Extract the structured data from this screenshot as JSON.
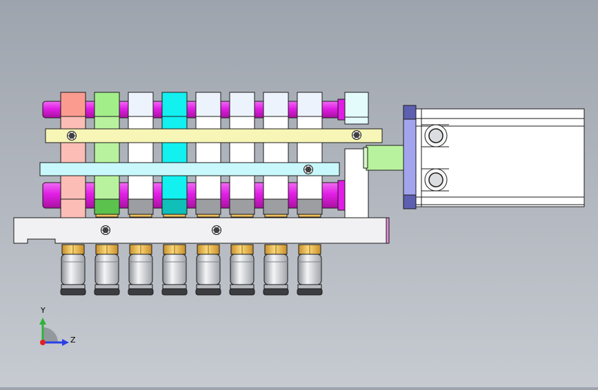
{
  "view": {
    "background_top": "#9ea4ad",
    "background_bottom": "#c6cad1"
  },
  "colors": {
    "rod": "#e11ee6",
    "rod_light": "#f06bf2",
    "top_plate": "#f7f6b6",
    "mid_plate": "#c8f8fb",
    "base_plate": "#f1f1f3",
    "outline": "#1a1a1a",
    "cylinder_body": "#ffffff",
    "cylinder_cap": "#a3a4ee",
    "cylinder_cap_dark": "#5d5fb0",
    "connector": "#b9f29e",
    "fitting_brass": "#f1c25c",
    "fitting_chrome": "#d3d6da",
    "block_gray": "#9d9ea2"
  },
  "valve_blocks": [
    {
      "id": "block-1",
      "color": "#fb9b8f",
      "lower_color": "#fbbdb5",
      "foot_color": "#fbbdb5"
    },
    {
      "id": "block-2",
      "color": "#a2ef8a",
      "lower_color": "#b9f29e",
      "foot_color": "#5cc24e"
    },
    {
      "id": "block-3",
      "color": "#edf3fc",
      "lower_color": "#ffffff",
      "foot_color": "#9d9ea2"
    },
    {
      "id": "block-4",
      "color": "#12f0f0",
      "lower_color": "#12f0f0",
      "foot_color": "#0fbfb8"
    },
    {
      "id": "block-5",
      "color": "#edf3fc",
      "lower_color": "#ffffff",
      "foot_color": "#9d9ea2"
    },
    {
      "id": "block-6",
      "color": "#edf3fc",
      "lower_color": "#ffffff",
      "foot_color": "#9d9ea2"
    },
    {
      "id": "block-7",
      "color": "#edf3fc",
      "lower_color": "#ffffff",
      "foot_color": "#9d9ea2"
    },
    {
      "id": "block-8",
      "color": "#edf3fc",
      "lower_color": "#ffffff",
      "foot_color": "#9d9ea2"
    }
  ],
  "end_block": {
    "color": "#e4fbfc"
  },
  "triad": {
    "y_label": "Y",
    "z_label": "Z",
    "y_color": "#2fb43a",
    "z_color": "#2a3fe6",
    "x_color": "#e12222"
  }
}
